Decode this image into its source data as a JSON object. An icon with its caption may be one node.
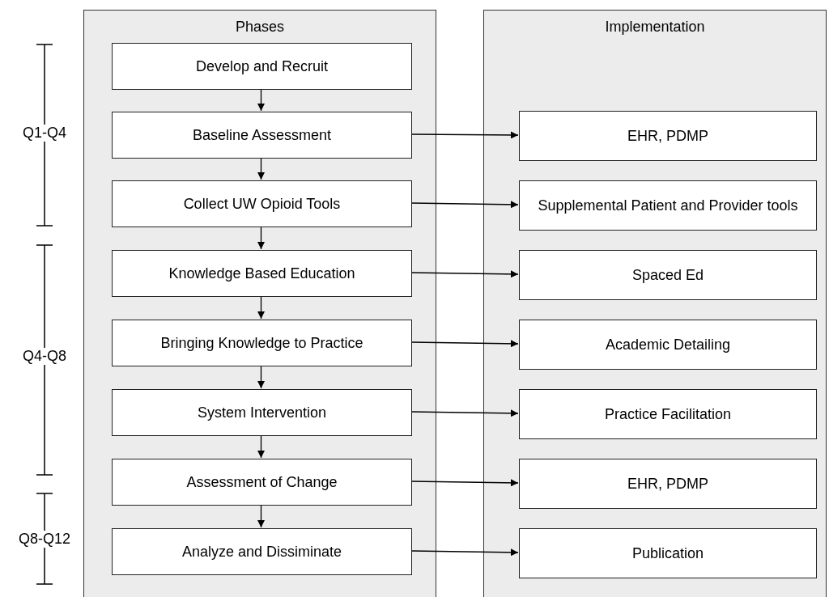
{
  "diagram": {
    "nodes": [
      {
        "text": [
          "Phases"
        ]
      },
      {
        "text": [
          "Develop and Recruit"
        ],
        "in": 0
      },
      {
        "text": [
          "Baseline Assessment"
        ],
        "in": 0
      },
      {
        "text": [
          "Collect UW Opioid Tools"
        ],
        "in": 0
      },
      {
        "text": [
          "Knowledge Based Education"
        ],
        "in": 0
      },
      {
        "text": [
          "Bringing Knowledge to Practice"
        ],
        "in": 0
      },
      {
        "text": [
          "System Intervention"
        ],
        "in": 0
      },
      {
        "text": [
          "Assessment of Change"
        ],
        "in": 0
      },
      {
        "text": [
          "Analyze and Dissiminate"
        ],
        "in": 0
      },
      {
        "text": [
          "Implementation"
        ]
      },
      {
        "text": [
          "EHR, PDMP"
        ],
        "in": 9
      },
      {
        "text": [
          "Supplemental Patient and Provider tools"
        ],
        "in": 9
      },
      {
        "text": [
          "Spaced Ed"
        ],
        "in": 9
      },
      {
        "text": [
          "Academic Detailing"
        ],
        "in": 9
      },
      {
        "text": [
          "Practice Facilitation"
        ],
        "in": 9
      },
      {
        "text": [
          "EHR, PDMP"
        ],
        "in": 9
      },
      {
        "text": [
          "Publication"
        ],
        "in": 9
      }
    ],
    "edges": [
      {
        "from": 1,
        "to": 2,
        "arrow": "to"
      },
      {
        "from": 2,
        "to": 3,
        "arrow": "to"
      },
      {
        "from": 3,
        "to": 4,
        "arrow": "to"
      },
      {
        "from": 4,
        "to": 5,
        "arrow": "to"
      },
      {
        "from": 5,
        "to": 6,
        "arrow": "to"
      },
      {
        "from": 6,
        "to": 7,
        "arrow": "to"
      },
      {
        "from": 7,
        "to": 8,
        "arrow": "to"
      },
      {
        "from": 2,
        "to": 10,
        "arrow": "to"
      },
      {
        "from": 3,
        "to": 11,
        "arrow": "to"
      },
      {
        "from": 4,
        "to": 12,
        "arrow": "to"
      },
      {
        "from": 5,
        "to": 13,
        "arrow": "to"
      },
      {
        "from": 6,
        "to": 14,
        "arrow": "to"
      },
      {
        "from": 7,
        "to": 15,
        "arrow": "to"
      },
      {
        "from": 8,
        "to": 16,
        "arrow": "to"
      }
    ],
    "labels": [
      "Q1-Q4",
      "Q4-Q8",
      "Q8-Q12"
    ]
  }
}
